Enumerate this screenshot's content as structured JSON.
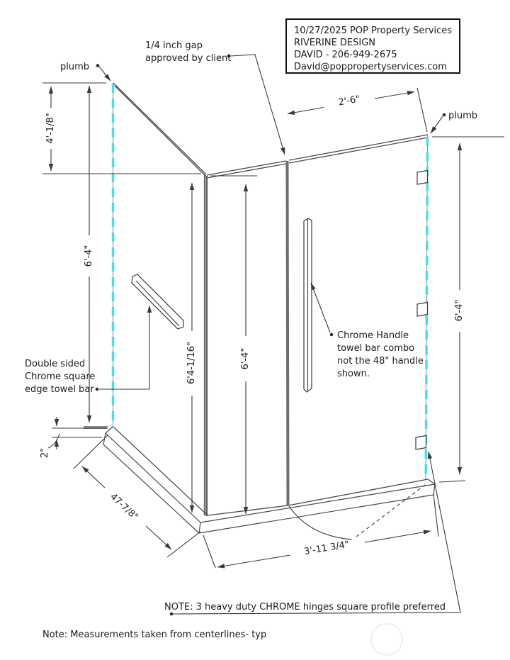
{
  "title_block": {
    "lines": [
      "10/27/2025 POP Property Services",
      "RIVERINE DESIGN",
      "DAVID - 206-949-2675",
      "David@poppropertyservices.com"
    ]
  },
  "annotations": {
    "plumb_left": "plumb",
    "plumb_right": "plumb",
    "gap_note": [
      "1/4 inch gap",
      "approved by client"
    ],
    "towel_bar_note": [
      "Double sided",
      "Chrome square",
      "edge towel bar"
    ],
    "handle_note": [
      "Chrome Handle",
      "towel bar combo",
      "not the 48\" handle",
      "shown."
    ]
  },
  "dimensions": {
    "wall_offset": "4'-1/8\"",
    "left_height": "6'-4\"",
    "curb_height": "2\"",
    "center_height": "6'4-1/16\"",
    "panel_height": "6'-4\"",
    "door_width": "2'-6\"",
    "right_height": "6'-4\"",
    "base_depth": "47-7/8\"",
    "base_width": "3'-11 3/4\""
  },
  "notes": {
    "hinges": "NOTE: 3 heavy duty CHROME hinges square profile preferred",
    "measurements": "Note: Measurements taken from centerlines- typ"
  },
  "colors": {
    "plumb": "#47e1e3",
    "ink": "#3a3a3a"
  }
}
